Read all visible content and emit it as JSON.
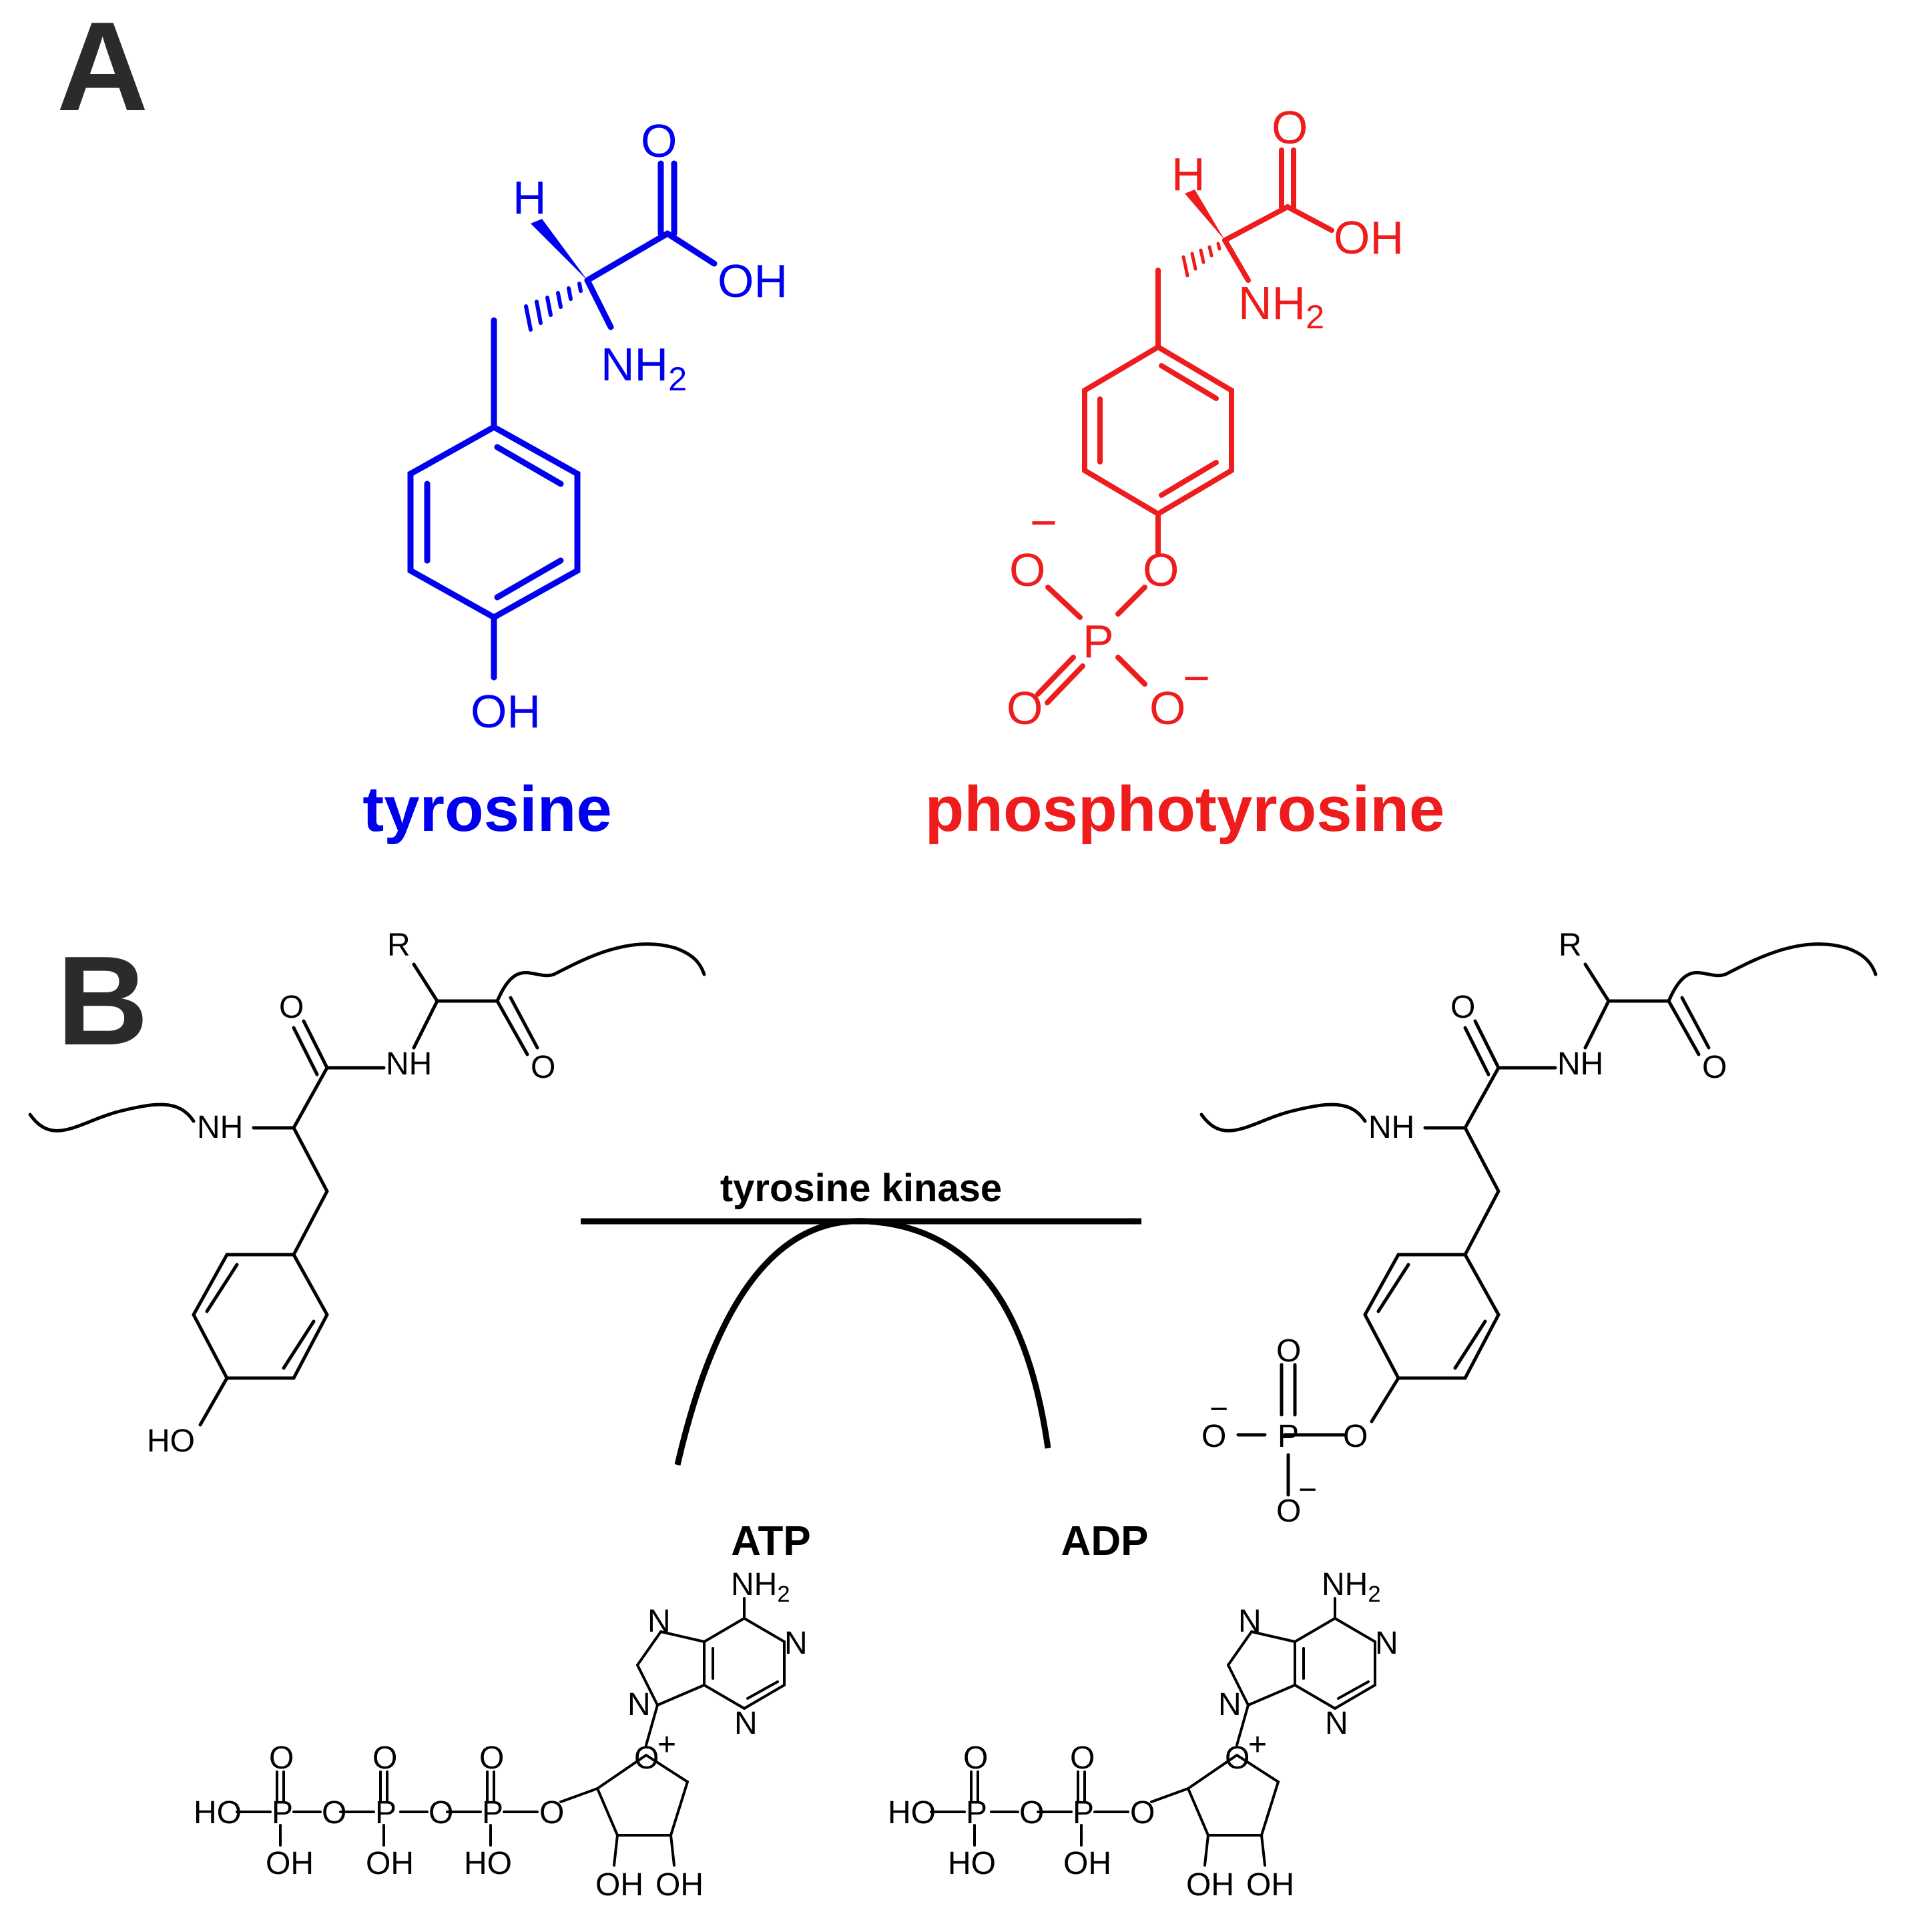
{
  "colors": {
    "tyrosine": "#0000ee",
    "phosphotyrosine": "#ee1c1c",
    "ink": "#000000",
    "panel": "#2b2b2b"
  },
  "panels": {
    "a": "A",
    "b": "B"
  },
  "tyrosine": {
    "name": "tyrosine",
    "atoms": {
      "o": "O",
      "h": "H",
      "oh": "OH",
      "nh": "NH",
      "sub2": "2",
      "phenol_oh": "OH"
    }
  },
  "phosphotyrosine": {
    "name": "phosphotyrosine",
    "atoms": {
      "o": "O",
      "h": "H",
      "oh": "OH",
      "nh": "NH",
      "sub2": "2",
      "ester_o": "O",
      "p": "P",
      "o_minus_left": "O",
      "o_double": "O",
      "o_minus_right": "O",
      "minus": "−"
    }
  },
  "reaction": {
    "enzyme": "tyrosine kinase",
    "atp_label": "ATP",
    "adp_label": "ADP",
    "substrate": {
      "r": "R",
      "o1": "O",
      "nh1": "NH",
      "o2": "O",
      "nh2": "NH",
      "ho": "HO"
    },
    "product": {
      "r": "R",
      "o1": "O",
      "nh1": "NH",
      "o2": "O",
      "nh2": "NH",
      "o_top": "O",
      "p": "P",
      "o_left": "O",
      "o_ester": "O",
      "o_bottom": "O",
      "minus": "−"
    },
    "atp": {
      "nh": "NH",
      "sub2": "2",
      "n": "N",
      "o_ring": "O",
      "plus": "+",
      "ho": "HO",
      "oh": "OH",
      "p": "P",
      "o": "O"
    },
    "adp": {
      "nh": "NH",
      "sub2": "2",
      "n": "N",
      "o_ring": "O",
      "plus": "+",
      "ho": "HO",
      "oh": "OH",
      "p": "P",
      "o": "O"
    }
  }
}
